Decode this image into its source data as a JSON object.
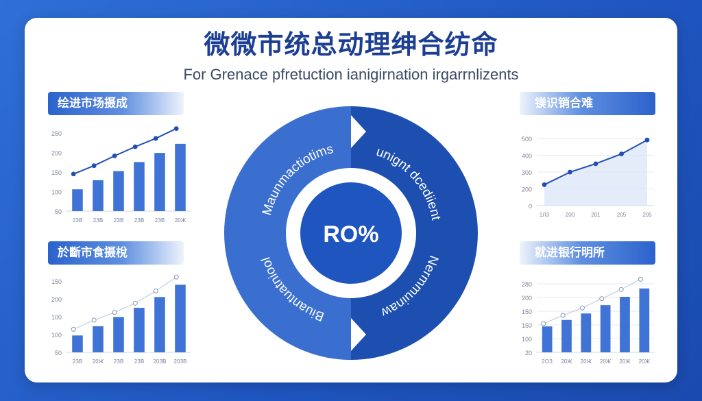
{
  "title": "微微市统总动理绅合纺命",
  "subtitle": "For Grenace pfretuction ianigirnation irgarrnlizents",
  "panels": {
    "top_left": {
      "label": "绘进市场摄成"
    },
    "bottom_left": {
      "label": "於斷市食摄梲"
    },
    "top_right": {
      "label": "镁识销合难"
    },
    "bottom_right": {
      "label": "就进银行明所"
    }
  },
  "ring": {
    "center_text": "RO%",
    "segments": [
      "Maunmactiotims",
      "unignt dcediient",
      "Nermmuinaw",
      "Biuantuatniool"
    ]
  },
  "colors": {
    "bar": "#3f74d6",
    "line": "#1f4fb3",
    "ring_left": "#3a6fd0",
    "ring_right": "#1d4fb0",
    "center": "#1f55bf"
  },
  "chart_data": [
    {
      "type": "bar",
      "categories": [
        "2ЗВ",
        "2ЗВ",
        "2ЗВ",
        "2ЗВ",
        "2ЗВ",
        "20Ж"
      ],
      "values": [
        110,
        135,
        160,
        185,
        210,
        235
      ],
      "trend": [
        152,
        175,
        202,
        227,
        250,
        277
      ],
      "yticks": [
        "250",
        "200",
        "150",
        "100",
        "50"
      ],
      "ylim": [
        50,
        280
      ],
      "grid": false
    },
    {
      "type": "bar",
      "categories": [
        "2ЗВ",
        "20Ж",
        "2ЗВ",
        "2ЗВ",
        "20ЗВ",
        "20ЗВ"
      ],
      "values": [
        105,
        135,
        165,
        195,
        230,
        270
      ],
      "trend": [
        125,
        155,
        180,
        210,
        250,
        295
      ],
      "yticks": [
        "150",
        "200",
        "100",
        "100",
        "50"
      ],
      "ylim": [
        50,
        300
      ],
      "grid": false
    },
    {
      "type": "area",
      "categories": [
        "1ЛЗ",
        "200",
        "201",
        "205",
        "205"
      ],
      "values": [
        150,
        240,
        300,
        370,
        470
      ],
      "yticks": [
        "500",
        "400",
        "300",
        "200",
        "0"
      ],
      "ylim": [
        0,
        520
      ],
      "grid": true
    },
    {
      "type": "bar",
      "categories": [
        "2ОЗ",
        "20Ж",
        "20Ж",
        "20Ж",
        "20Ж",
        "20Ж"
      ],
      "values": [
        140,
        175,
        210,
        255,
        300,
        345
      ],
      "trend": [
        155,
        200,
        240,
        290,
        340,
        395
      ],
      "yticks": [
        "280",
        "200",
        "150",
        "150",
        "100",
        "20"
      ],
      "ylim": [
        0,
        400
      ],
      "grid": true
    }
  ]
}
